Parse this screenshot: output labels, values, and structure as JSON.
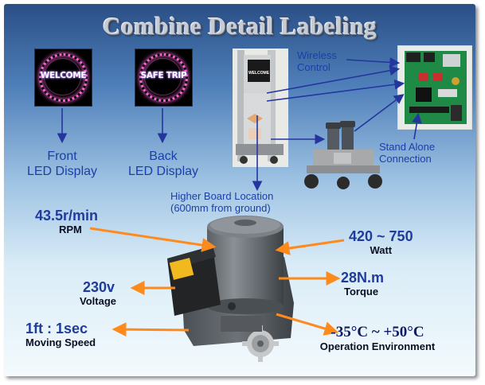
{
  "title": "Combine Detail Labeling",
  "led_front": {
    "screen_text": "WELCOME",
    "caption_line1": "Front",
    "caption_line2": "LED Display"
  },
  "led_back": {
    "screen_text": "SAFE TRIP",
    "caption_line1": "Back",
    "caption_line2": "LED Display"
  },
  "photo_post": {
    "sign_text": "WELCOME"
  },
  "labels": {
    "wireless_line1": "Wireless",
    "wireless_line2": "Control",
    "standalone_line1": "Stand Alone",
    "standalone_line2": "Connection",
    "higher_board_line1": "Higher Board Location",
    "higher_board_line2": "(600mm from ground)"
  },
  "specs": {
    "rpm_value": "43.5r/min",
    "rpm_label": "RPM",
    "watt_value": "420 ~ 750",
    "watt_label": "Watt",
    "voltage_value": "230v",
    "voltage_label": "Voltage",
    "torque_value": "28N.m",
    "torque_label": "Torque",
    "speed_value": "1ft : 1sec",
    "speed_label": "Moving Speed",
    "temp_value": "-35°C ~ +50°C",
    "temp_label": "Operation Environment"
  },
  "colors": {
    "arrow_blue": "#24359e",
    "arrow_orange": "#ff8a1c",
    "label_blue": "#1b3fa8",
    "led_ring": "#ff5fd9"
  }
}
